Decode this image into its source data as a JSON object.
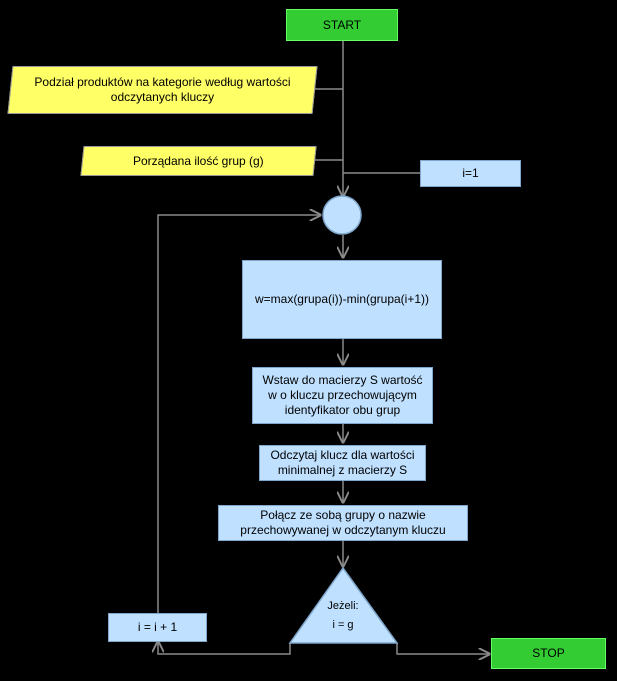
{
  "nodes": {
    "start": "START",
    "stop": "STOP",
    "split_products": "Podział produktów na kategorie według wartości odczytanych kluczy",
    "groups_count": "Porządana ilość grup (g)",
    "init_i": "i=1",
    "compute_w": "w=max(grupa(i))-min(grupa(i+1))",
    "insert_matrix": "Wstaw do macierzy S wartość w o kluczu przechowującym identyfikator obu grup",
    "read_key": "Odczytaj klucz dla wartości minimalnej z macierzy S",
    "merge_groups": "Połącz ze sobą grupy o nazwie przechowywanej w odczytanym kluczu",
    "increment_i": "i = i + 1",
    "decision_label": "Jeżeli:",
    "decision_cond": "i = g"
  },
  "colors": {
    "terminal": "#33cc33",
    "input": "#ffff66",
    "process": "#bfe0ff",
    "connector": "#bfe0ff",
    "line": "#7f7f7f"
  }
}
